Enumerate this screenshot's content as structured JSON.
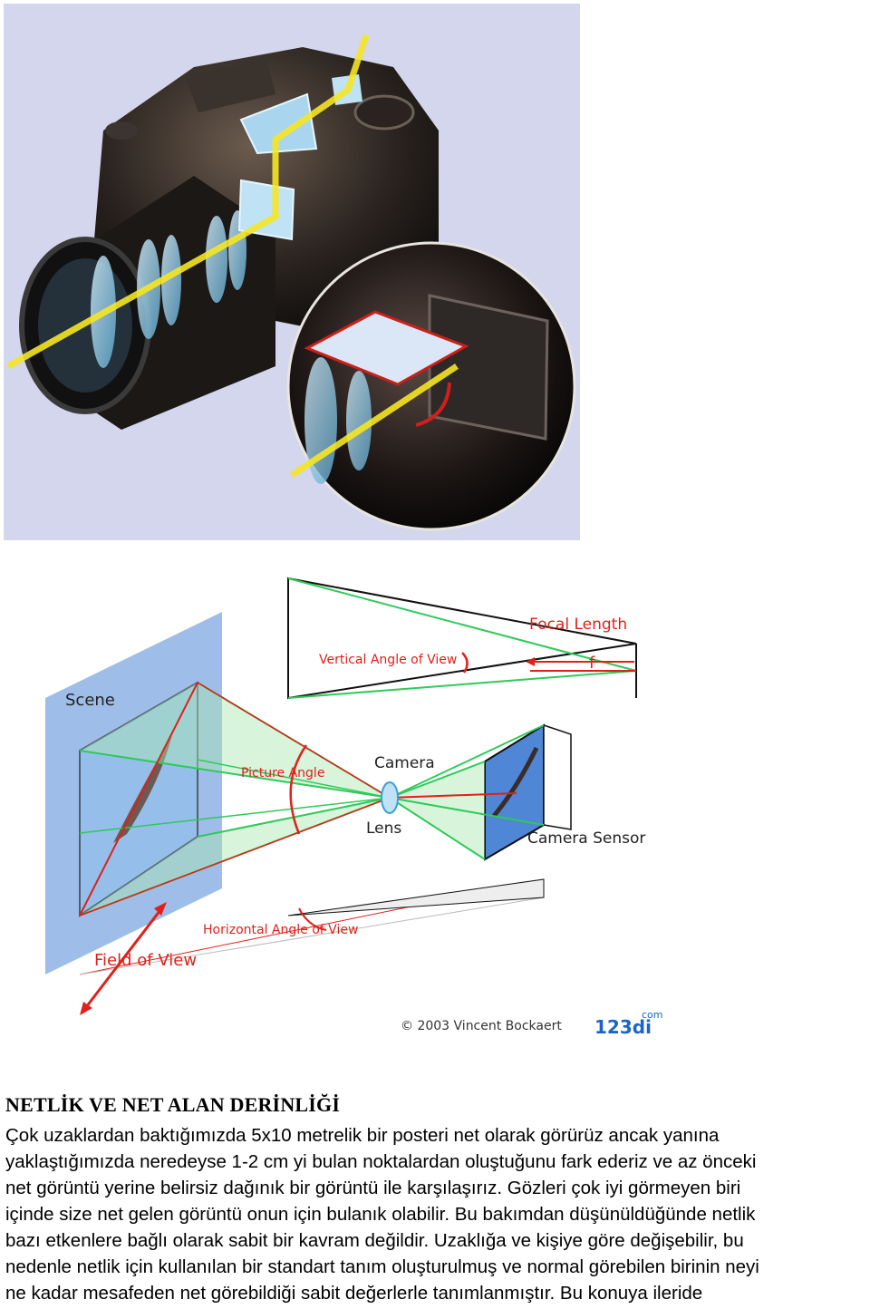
{
  "diagram": {
    "scene": "Scene",
    "focal_length": "Focal Length",
    "f": "f",
    "vertical_angle": "Vertical Angle of View",
    "picture_angle": "Picture Angle",
    "camera": "Camera",
    "lens": "Lens",
    "camera_sensor": "Camera Sensor",
    "horizontal_angle": "Horizontal Angle of View",
    "field_of_view": "Field of View",
    "copyright": "© 2003 Vincent Bockaert",
    "logo_main": "123di",
    "logo_com": "com"
  },
  "article": {
    "heading": "NETLİK VE NET ALAN DERİNLİĞİ",
    "lines": [
      "Çok uzaklardan baktığımızda 5x10 metrelik bir posteri net olarak görürüz ancak yanına",
      "yaklaştığımızda neredeyse 1-2 cm yi bulan noktalardan oluştuğunu fark ederiz ve az önceki",
      "net görüntü yerine belirsiz dağınık bir görüntü ile karşılaşırız. Gözleri çok iyi görmeyen biri",
      "içinde size net gelen görüntü onun için bulanık olabilir. Bu bakımdan düşünüldüğünde netlik",
      "bazı etkenlere bağlı olarak sabit bir kavram değildir. Uzaklığa ve kişiye göre değişebilir, bu",
      "nedenle netlik için kullanılan bir standart tanım oluşturulmuş ve normal görebilen birinin neyi",
      "ne kadar mesafeden net görebildiği sabit değerlerle tanımlanmıştır. Bu konuya ileride"
    ]
  },
  "colors": {
    "photo_bg": "#d3d6ec",
    "beam": "#f5e622",
    "annotation_red": "#e0201a",
    "cone_green": "#a8e6b0",
    "scene_blue": "#4f86d6"
  }
}
